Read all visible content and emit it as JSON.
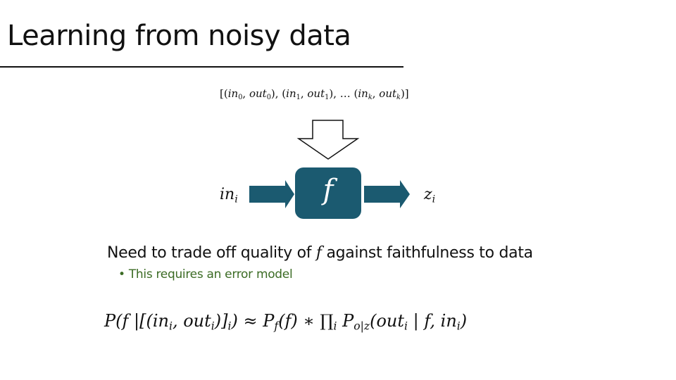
{
  "slide": {
    "title": "Learning from noisy data",
    "dataset": {
      "open": "[(",
      "in": "in",
      "out": "out",
      "s0": "0",
      "s1": "1",
      "sk": "k",
      "sep": ", ",
      "close_pair": "), (",
      "ellipsis": "), … (",
      "close": ")]"
    },
    "diagram": {
      "input_var": "in",
      "input_sub": "i",
      "function": "f",
      "output_var": "z",
      "output_sub": "i",
      "box_color": "#1b5a70"
    },
    "sentence": {
      "before": "Need to trade off quality of ",
      "f": "f",
      "after": " against faithfulness to data"
    },
    "bullet": {
      "marker": "•",
      "text": "This requires an error model",
      "color": "#3b6b24"
    },
    "formula": {
      "p1": "P(f |[(in",
      "s1": "i",
      "p2": ", out",
      "s2": "i",
      "p3": ")]",
      "s3": "i",
      "p4": ") ≈ P",
      "s4": "f",
      "p5": "(f) ∗ ∏",
      "s5": "i",
      "p6": " P",
      "s6": "o|z",
      "p7": "(out",
      "s7": "i",
      "p8": " | f, in",
      "s8": "i",
      "p9": ")"
    }
  }
}
